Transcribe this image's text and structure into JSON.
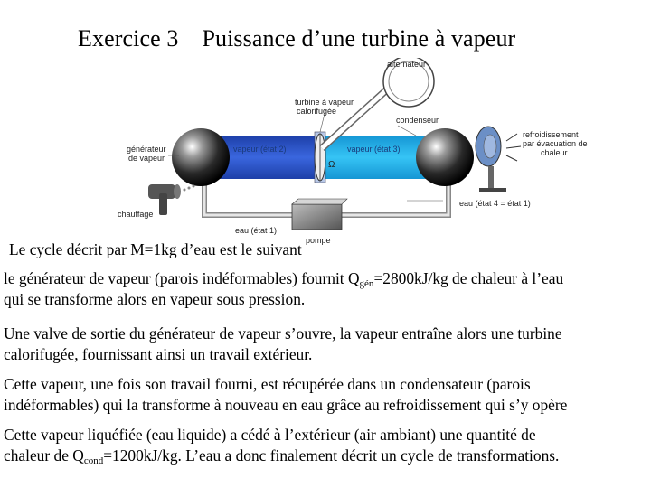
{
  "title": {
    "exercise": "Exercice 3",
    "subject": "Puissance d’une turbine à vapeur"
  },
  "diagram": {
    "labels": {
      "alternateur": "alternateur",
      "turbine_1": "turbine à vapeur",
      "turbine_2": "calorifugée",
      "condenseur": "condenseur",
      "generateur_1": "générateur",
      "generateur_2": "de vapeur",
      "vapeur_etat2": "vapeur (état 2)",
      "vapeur_etat3": "vapeur (état 3)",
      "omega": "Ω",
      "refroid_1": "refroidissement",
      "refroid_2": "par évacuation de",
      "refroid_3": "chaleur",
      "chauffage": "chauffage",
      "eau_etat4": "eau (état 4 = état 1)",
      "eau_etat1": "eau (état 1)",
      "pompe": "pompe"
    },
    "colors": {
      "vapour_pipe_left": "#2e56c8",
      "vapour_pipe_right": "#27b6ec",
      "pipe_grey": "#c6c6c6"
    }
  },
  "text": {
    "intro": "Le cycle décrit par M=1kg d’eau est le suivant",
    "p1_l1_a": "le générateur de vapeur (parois indéformables) fournit Q",
    "p1_l1_sub": "gén",
    "p1_l1_b": "=2800kJ/kg de chaleur à l’eau",
    "p1_l2": "qui se transforme alors en vapeur sous pression.",
    "p2_l1": "Une valve de sortie du générateur de vapeur s’ouvre, la vapeur entraîne alors une turbine",
    "p2_l2": "calorifugée, fournissant ainsi un travail extérieur.",
    "p3_l1": "Cette vapeur, une fois son travail fourni, est récupérée dans un condensateur (parois",
    "p3_l2": "indéformables) qui la transforme à nouveau en eau grâce au refroidissement qui s’y opère",
    "p4_l1": "Cette vapeur liquéfiée (eau liquide) a cédé à l’extérieur (air ambiant) une quantité de",
    "p4_l2_a": "chaleur de Q",
    "p4_l2_sub": "cond",
    "p4_l2_b": "=1200kJ/kg. L’eau a donc finalement décrit un cycle de transformations."
  }
}
